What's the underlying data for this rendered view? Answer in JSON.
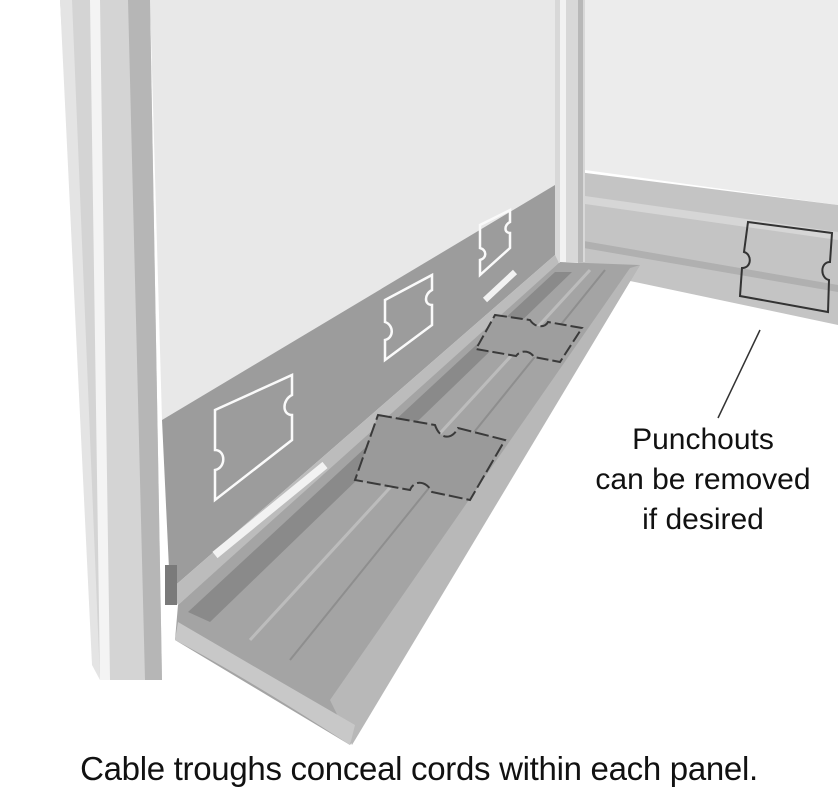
{
  "image": {
    "subject": "office cubicle panel base with cable trough",
    "colors": {
      "background": "#ffffff",
      "panel_surface": "#e6e6e6",
      "metal_trough": "#9a9a9a",
      "frame": "#d2d2d2",
      "text": "#111111"
    }
  },
  "annotations": {
    "callout": {
      "line1": "Punchouts",
      "line2": "can be removed",
      "line3": "if desired"
    },
    "caption": "Cable troughs conceal cords within each panel."
  }
}
